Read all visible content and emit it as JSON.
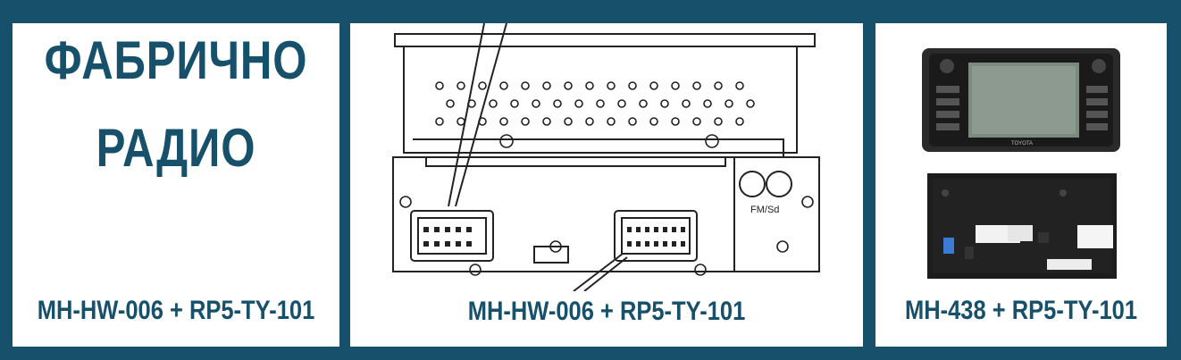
{
  "panel_left": {
    "heading_line1": "ФАБРИЧНО",
    "heading_line2": "РАДИО",
    "caption": "MH-HW-006 + RP5-TY-101"
  },
  "panel_center": {
    "diagram_label": "FM/Sd",
    "caption": "MH-HW-006 + RP5-TY-101"
  },
  "panel_right": {
    "brand": "TOYOTA",
    "caption": "MH-438 + RP5-TY-101"
  },
  "colors": {
    "frame": "#17506b",
    "panel": "#ffffff",
    "text": "#17506b"
  }
}
